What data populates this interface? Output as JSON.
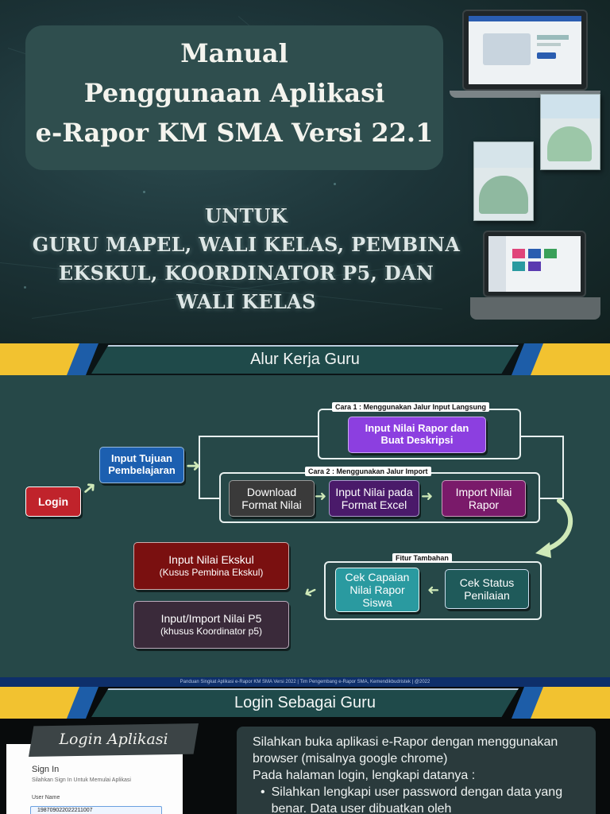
{
  "cover": {
    "title_lines": [
      "Manual",
      "Penggunaan Aplikasi",
      "e-Rapor KM SMA Versi 22.1"
    ],
    "subtitle_lines": [
      "UNTUK",
      "GURU MAPEL, WALI KELAS, PEMBINA",
      "EKSKUL, KOORDINATOR P5, DAN",
      "WALI KELAS"
    ]
  },
  "workflow_section": {
    "heading": "Alur Kerja Guru",
    "nodes": {
      "login": "Login",
      "input_tujuan": "Input Tujuan\nPembelajaran",
      "input_nilai_rapor": "Input Nilai  Rapor dan\nBuat Deskripsi",
      "download_format": "Download\nFormat Nilai",
      "input_nilai_excel": "Input Nilai pada\nFormat Excel",
      "import_nilai": "Import Nilai\nRapor",
      "cek_status": "Cek Status\nPenilaian",
      "cek_capaian": "Cek Capaian\nNilai Rapor\nSiswa",
      "ekskul_title": "Input Nilai Ekskul",
      "ekskul_sub": "(Kusus Pembina Ekskul)",
      "p5_title": "Input/Import Nilai P5",
      "p5_sub": "(khusus Koordinator p5)"
    },
    "frames": {
      "cara1": "Cara 1 : Menggunakan Jalur Input Langsung",
      "cara2": "Cara 2 : Menggunakan Jalur Import",
      "fitur": "Fitur Tambahan"
    },
    "colors": {
      "login": "#c0232b",
      "input_tujuan": "#1c5fb0",
      "input_nilai_rapor": "#8c3fe0",
      "download_format": "#3a3a3a",
      "input_nilai_excel": "#4a1a6a",
      "import_nilai": "#7a1a6a",
      "cek_status": "#1f5a5a",
      "cek_capaian": "#2a9aa0",
      "ekskul": "#7a1010",
      "p5": "#3a2a3a"
    }
  },
  "footer_strip": "Panduan Singkat Aplikasi e-Rapor KM SMA Versi 2022  | Tim Pengembang e-Rapor SMA, Kemendikbudristek | @2022",
  "login_section": {
    "heading": "Login Sebagai Guru",
    "tag": "Login Aplikasi",
    "card": {
      "title": "Sign In",
      "subtitle": "Silahkan Sign In Untuk Memulai Aplikasi",
      "username_label": "User Name",
      "username_value": "198709022022211007"
    },
    "description": {
      "para1": "Silahkan buka aplikasi e-Rapor dengan menggunakan browser (misalnya google chrome)",
      "para2": "Pada halaman login, lengkapi datanya :",
      "bullet1": "Silahkan lengkapi user password dengan data yang benar.  Data user dibuatkan oleh"
    }
  }
}
